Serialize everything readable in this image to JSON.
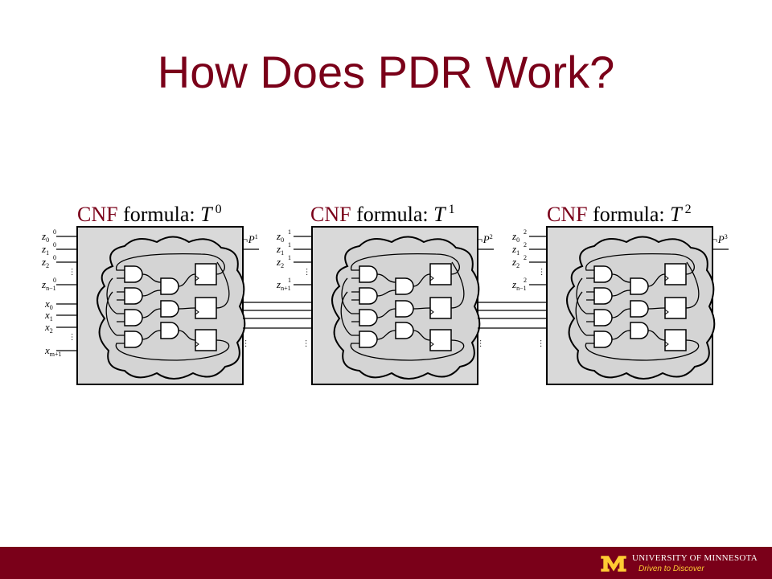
{
  "slide": {
    "title": "How Does PDR Work?"
  },
  "frames": [
    {
      "cnf": "CNF",
      "formula": " formula: ",
      "T": "T",
      "index": "0",
      "out_label": "¬P",
      "out_index": "1",
      "state_vars": [
        {
          "base": "z",
          "sub": "0",
          "sup": "0"
        },
        {
          "base": "z",
          "sub": "1",
          "sup": "0"
        },
        {
          "base": "z",
          "sub": "2",
          "sup": "0"
        },
        {
          "base": "z",
          "sub": "n−1",
          "sup": "0"
        }
      ],
      "input_vars": [
        {
          "base": "x",
          "sub": "0"
        },
        {
          "base": "x",
          "sub": "1"
        },
        {
          "base": "x",
          "sub": "2"
        },
        {
          "base": "x",
          "sub": "m+1"
        }
      ]
    },
    {
      "cnf": "CNF",
      "formula": " formula: ",
      "T": "T",
      "index": "1",
      "out_label": "¬P",
      "out_index": "2",
      "state_vars": [
        {
          "base": "z",
          "sub": "0",
          "sup": "1"
        },
        {
          "base": "z",
          "sub": "1",
          "sup": "1"
        },
        {
          "base": "z",
          "sub": "2",
          "sup": "1"
        },
        {
          "base": "z",
          "sub": "n+1",
          "sup": "1"
        }
      ],
      "input_vars": []
    },
    {
      "cnf": "CNF",
      "formula": " formula: ",
      "T": "T",
      "index": "2",
      "out_label": "¬P",
      "out_index": "3",
      "state_vars": [
        {
          "base": "z",
          "sub": "0",
          "sup": "2"
        },
        {
          "base": "z",
          "sub": "1",
          "sup": "2"
        },
        {
          "base": "z",
          "sub": "2",
          "sup": "2"
        },
        {
          "base": "z",
          "sub": "n−1",
          "sup": "2"
        }
      ],
      "input_vars": []
    }
  ],
  "footer": {
    "university": "UNIVERSITY OF MINNESOTA",
    "tagline": "Driven to Discover",
    "bar_color": "#7a0019",
    "title_color": "#7a0019",
    "gold": "#ffcc33"
  }
}
